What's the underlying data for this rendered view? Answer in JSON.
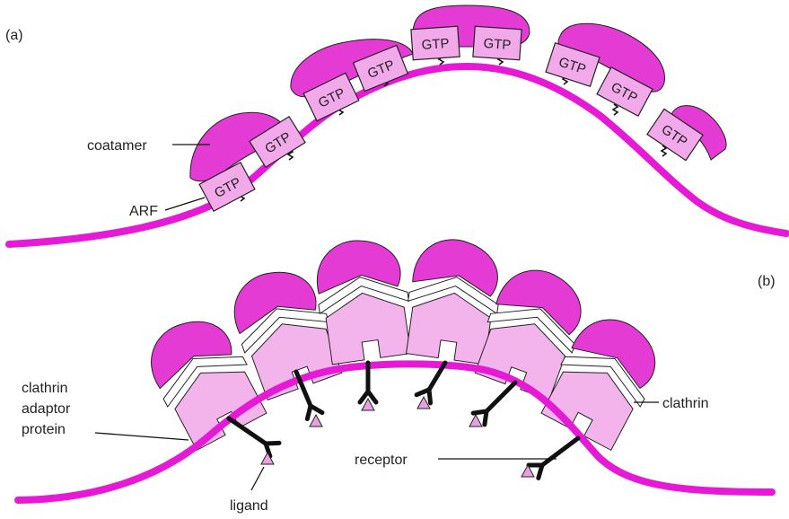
{
  "colors": {
    "membrane": "#e619d6",
    "coat": "#e43bd4",
    "coat_light": "#f2a9ea",
    "adaptor": "#f3b4ec",
    "ligand": "#e8a0e0",
    "receptor": "#111111",
    "outline": "#222222",
    "label_line": "#111111"
  },
  "panel_a": {
    "panel_label": "(a)",
    "coatamer_label": "coatamer",
    "arf_label": "ARF",
    "gtp_label": "GTP"
  },
  "panel_b": {
    "panel_label": "(b)",
    "clathrin_label": "clathrin",
    "adaptor_label_line1": "clathrin",
    "adaptor_label_line2": "adaptor",
    "adaptor_label_line3": "protein",
    "receptor_label": "receptor",
    "ligand_label": "ligand"
  }
}
